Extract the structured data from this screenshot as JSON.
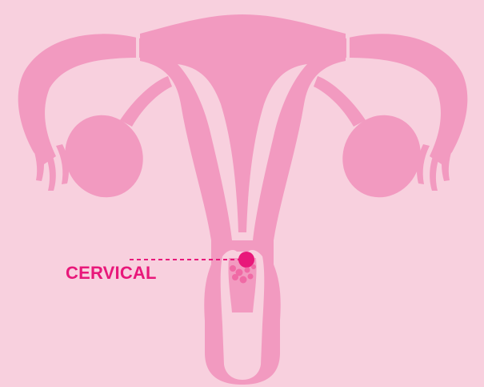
{
  "diagram": {
    "label": "CERVICAL",
    "colors": {
      "background": "#f8d0de",
      "organ": "#f29ac0",
      "highlight": "#e8187a",
      "tumor_cells": "#f06aa5"
    },
    "icons": [
      "uterus-illustration",
      "tumor-marker"
    ]
  }
}
